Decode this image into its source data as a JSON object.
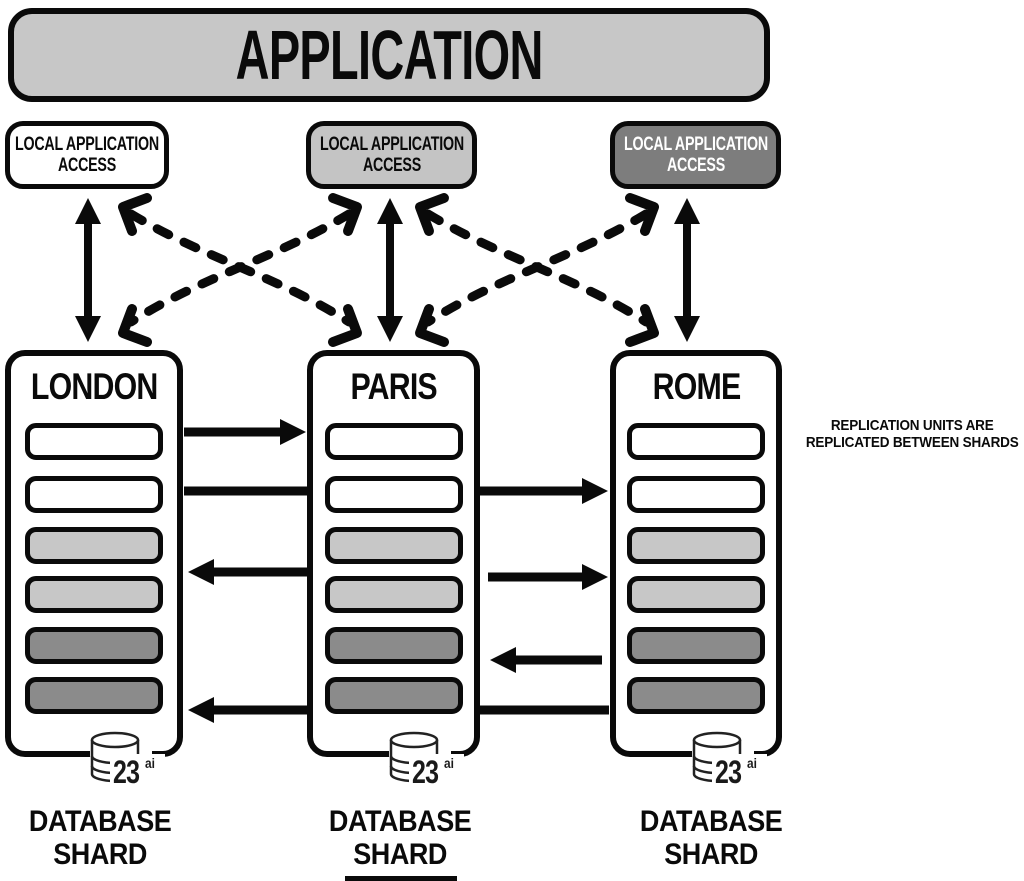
{
  "application": {
    "label": "APPLICATION"
  },
  "access": {
    "items": [
      {
        "line1": "LOCAL APPLICATION",
        "line2": "ACCESS",
        "fill": "#ffffff",
        "text": "#0a0a0a"
      },
      {
        "line1": "LOCAL APPLICATION",
        "line2": "ACCESS",
        "fill": "#c4c4c4",
        "text": "#0a0a0a"
      },
      {
        "line1": "LOCAL APPLICATION",
        "line2": "ACCESS",
        "fill": "#7d7d7d",
        "text": "#ffffff"
      }
    ]
  },
  "shards": [
    {
      "city": "LONDON",
      "db_label": "23",
      "db_sup": "ai",
      "caption1": "DATABASE",
      "caption2": "SHARD",
      "units": [
        "white",
        "white",
        "light",
        "light",
        "dark",
        "dark"
      ]
    },
    {
      "city": "PARIS",
      "db_label": "23",
      "db_sup": "ai",
      "caption1": "DATABASE",
      "caption2": "SHARD",
      "units": [
        "white",
        "white",
        "light",
        "light",
        "dark",
        "dark"
      ]
    },
    {
      "city": "ROME",
      "db_label": "23",
      "db_sup": "ai",
      "caption1": "DATABASE",
      "caption2": "SHARD",
      "units": [
        "white",
        "white",
        "light",
        "light",
        "dark",
        "dark"
      ]
    }
  ],
  "annotation": {
    "line1": "REPLICATION UNITS ARE",
    "line2": "REPLICATED BETWEEN SHARDS"
  },
  "replication_flows": [
    {
      "from": "LONDON",
      "to": "PARIS"
    },
    {
      "from": "LONDON",
      "to": "ROME"
    },
    {
      "from": "PARIS",
      "to": "LONDON"
    },
    {
      "from": "PARIS",
      "to": "ROME"
    },
    {
      "from": "ROME",
      "to": "PARIS"
    },
    {
      "from": "ROME",
      "to": "LONDON"
    }
  ],
  "colors": {
    "panel_gray": "#c7c7c7",
    "access_mid_gray": "#c4c4c4",
    "access_dark_gray": "#7d7d7d",
    "unit_white": "#ffffff",
    "unit_light": "#c7c7c7",
    "unit_dark": "#8b8b8b",
    "outline": "#0a0a0a"
  }
}
